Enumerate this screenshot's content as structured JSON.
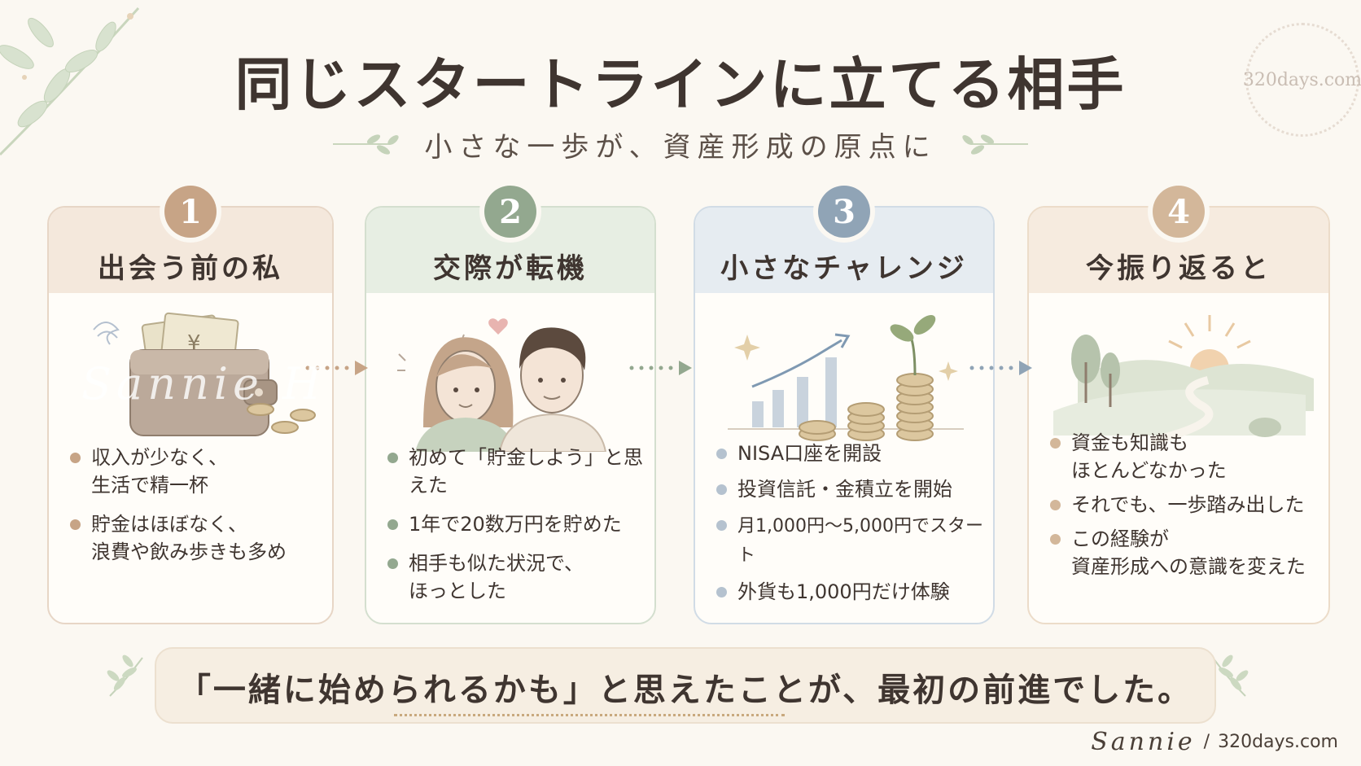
{
  "header": {
    "title": "同じスタートラインに立てる相手",
    "subtitle": "小さな一歩が、資産形成の原点に"
  },
  "logo": {
    "text": "320days.com"
  },
  "watermark": {
    "text": "Sannie H"
  },
  "cards": [
    {
      "number": "1",
      "title": "出会う前の私",
      "accent": "#c7a486",
      "head_bg": "#f4e8dc",
      "border": "#e7d6c6",
      "illustration": "wallet-with-yen-icon",
      "items": [
        "収入が少なく、\n生活で精一杯",
        "貯金はほぼなく、\n浪費や飲み歩きも多め"
      ]
    },
    {
      "number": "2",
      "title": "交際が転機",
      "accent": "#93a88f",
      "head_bg": "#e7eee3",
      "border": "#d4dfcf",
      "illustration": "couple-heart-icon",
      "items": [
        "初めて「貯金しよう」と思えた",
        "1年で20数万円を貯めた",
        "相手も似た状況で、\nほっとした"
      ]
    },
    {
      "number": "3",
      "title": "小さなチャレンジ",
      "accent": "#90a4b6",
      "head_bg": "#e6ecf1",
      "border": "#d1dce6",
      "illustration": "growth-chart-coins-icon",
      "items": [
        "NISA口座を開設",
        "投資信託・金積立を開始",
        "月1,000円〜5,000円でスタート",
        "外貨も1,000円だけ体験"
      ]
    },
    {
      "number": "4",
      "title": "今振り返ると",
      "accent": "#d3b79a",
      "head_bg": "#f6ebdf",
      "border": "#ecdcc9",
      "illustration": "sunrise-path-icon",
      "items": [
        "資金も知識も\nほとんどなかった",
        "それでも、一歩踏み出した",
        "この経験が\n資産形成への意識を変えた"
      ]
    }
  ],
  "quote": "「一緒に始められるかも」と思えたことが、最初の前進でした。",
  "signature": {
    "name": "Sannie",
    "separator": "/",
    "site": "320days.com"
  }
}
